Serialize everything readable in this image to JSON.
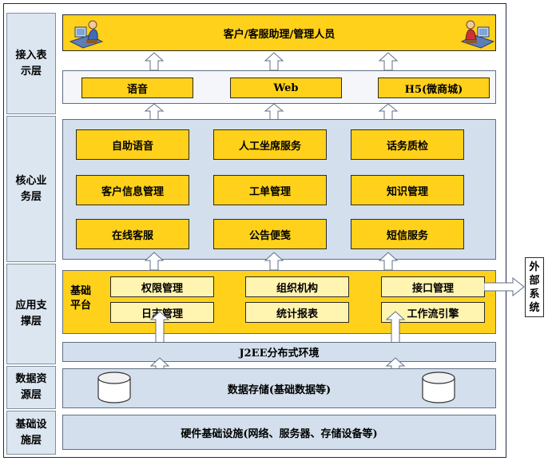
{
  "layers": {
    "access": "接入表示层",
    "core": "核心业务层",
    "support": "应用支撑层",
    "data": "数据资源层",
    "infra": "基础设施层"
  },
  "users": {
    "title": "客户/客服助理/管理人员"
  },
  "channels": [
    "语音",
    "Web",
    "H5(微商城)"
  ],
  "core_services": [
    [
      "自助语音",
      "人工坐席服务",
      "话务质检"
    ],
    [
      "客户信息管理",
      "工单管理",
      "知识管理"
    ],
    [
      "在线客服",
      "公告便笺",
      "短信服务"
    ]
  ],
  "base_platform": {
    "label_line1": "基础",
    "label_line2": "平台",
    "items": [
      [
        "权限管理",
        "组织机构",
        "接口管理"
      ],
      [
        "日志管理",
        "统计报表",
        "工作流引擎"
      ]
    ]
  },
  "j2ee": "J2EE分布式环境",
  "data_storage": "数据存储(基础数据等)",
  "infrastructure": "硬件基础设施(网络、服务器、存储设备等)",
  "external": "外部系统",
  "icons": {
    "left_user": "user-at-computer-icon",
    "right_user": "user-at-computer-icon",
    "database": "database-cylinder-icon"
  }
}
